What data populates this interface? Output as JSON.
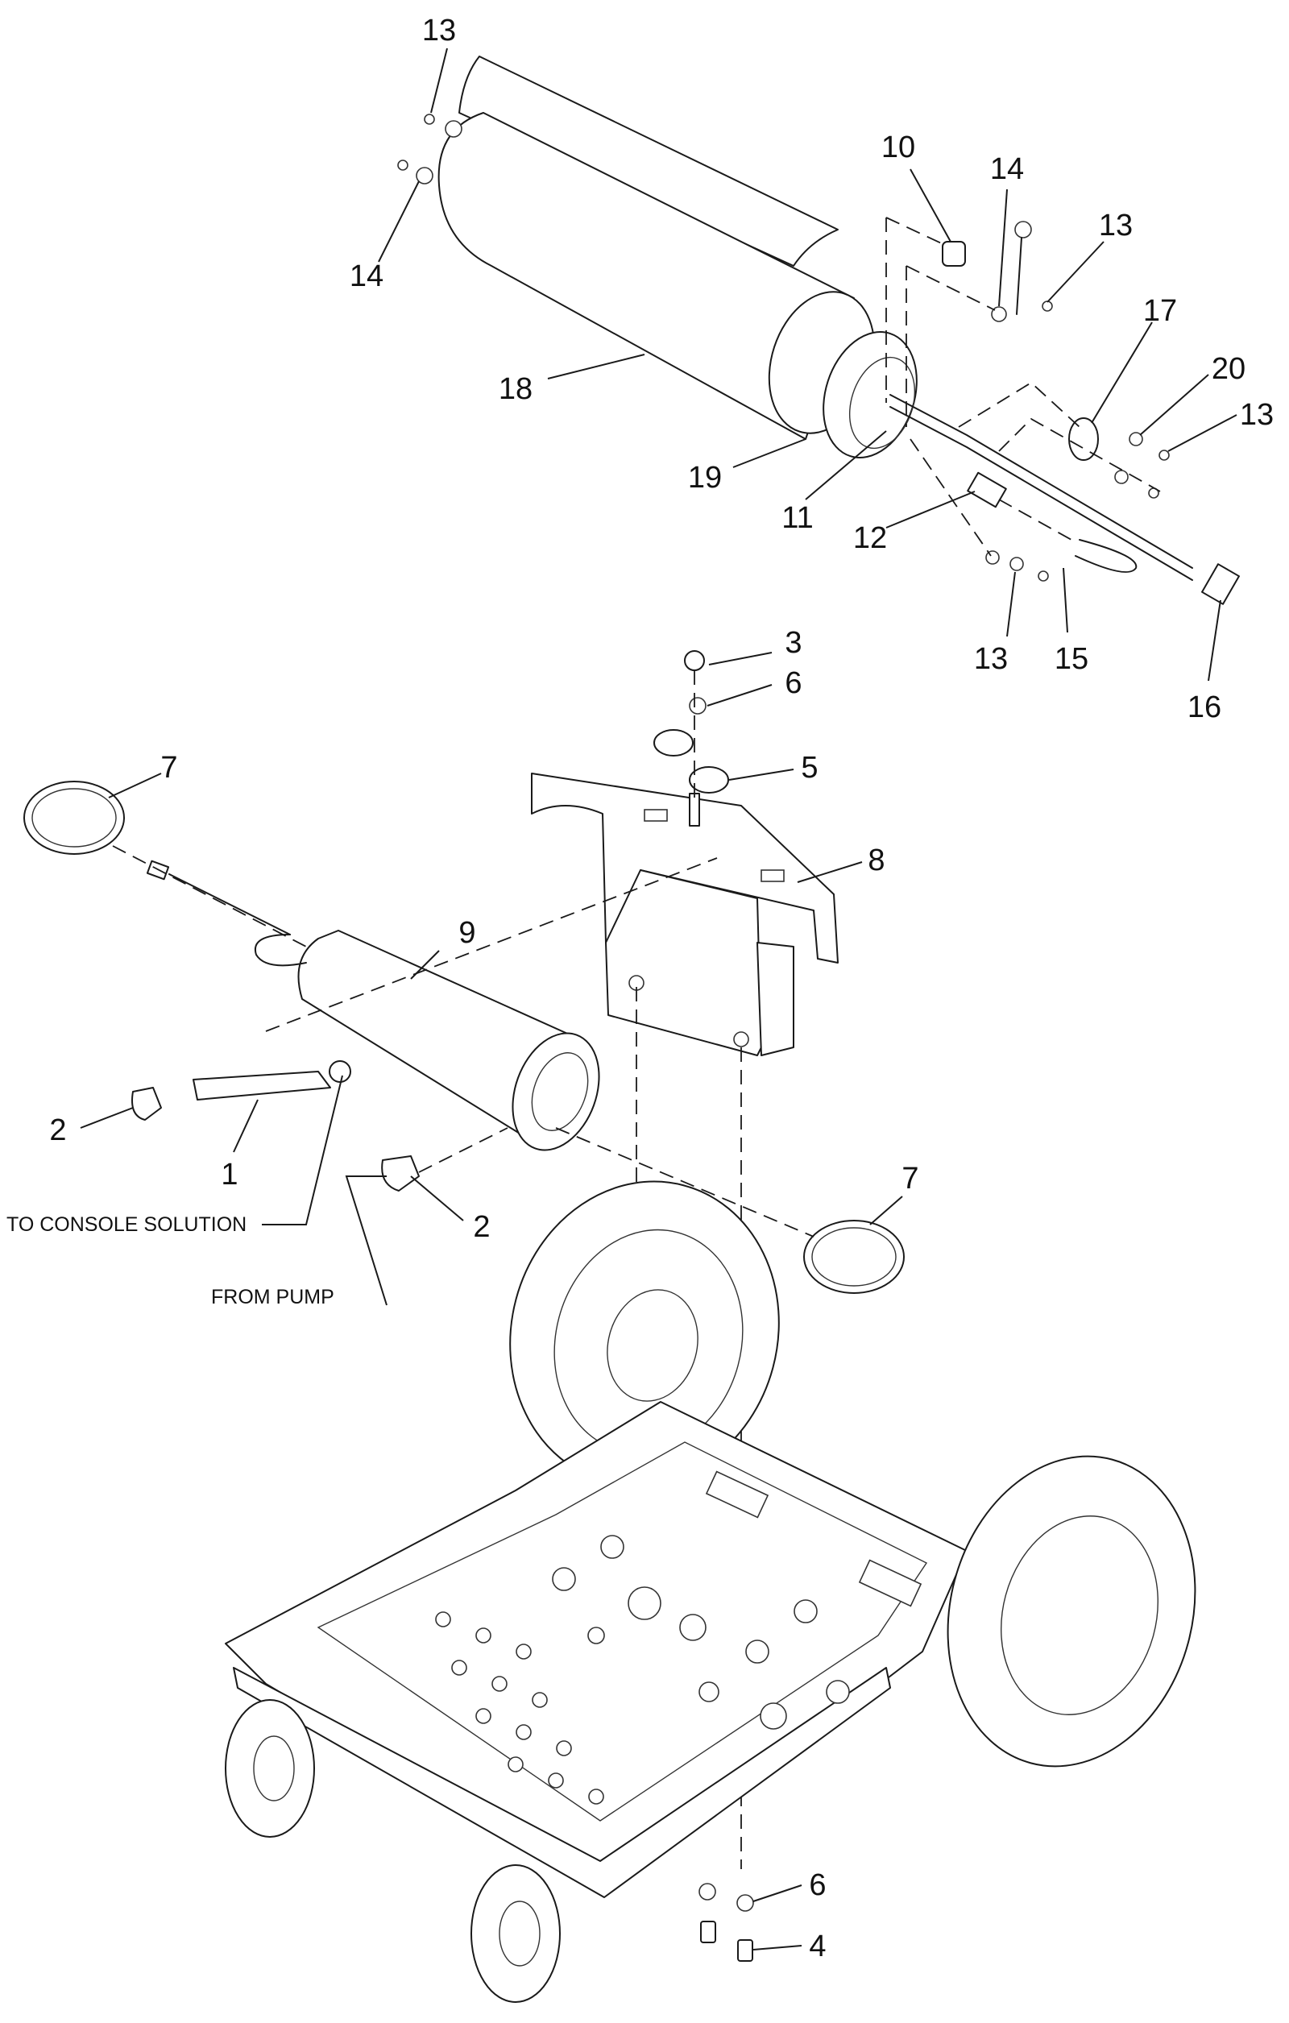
{
  "callouts": [
    {
      "id": "c13a",
      "label": "13"
    },
    {
      "id": "c14a",
      "label": "14"
    },
    {
      "id": "c10",
      "label": "10"
    },
    {
      "id": "c14b",
      "label": "14"
    },
    {
      "id": "c13b",
      "label": "13"
    },
    {
      "id": "c17",
      "label": "17"
    },
    {
      "id": "c20",
      "label": "20"
    },
    {
      "id": "c13c",
      "label": "13"
    },
    {
      "id": "c18",
      "label": "18"
    },
    {
      "id": "c19",
      "label": "19"
    },
    {
      "id": "c11",
      "label": "11"
    },
    {
      "id": "c12",
      "label": "12"
    },
    {
      "id": "c13d",
      "label": "13"
    },
    {
      "id": "c15",
      "label": "15"
    },
    {
      "id": "c16",
      "label": "16"
    },
    {
      "id": "c3",
      "label": "3"
    },
    {
      "id": "c6a",
      "label": "6"
    },
    {
      "id": "c5",
      "label": "5"
    },
    {
      "id": "c7a",
      "label": "7"
    },
    {
      "id": "c8",
      "label": "8"
    },
    {
      "id": "c9",
      "label": "9"
    },
    {
      "id": "c2a",
      "label": "2"
    },
    {
      "id": "c1",
      "label": "1"
    },
    {
      "id": "c2b",
      "label": "2"
    },
    {
      "id": "c7b",
      "label": "7"
    },
    {
      "id": "c6b",
      "label": "6"
    },
    {
      "id": "c4",
      "label": "4"
    }
  ],
  "notes": {
    "to_console": "TO CONSOLE SOLUTION",
    "from_pump": "FROM PUMP"
  },
  "colors": {
    "line": "#1a1a1a",
    "background": "#ffffff"
  }
}
